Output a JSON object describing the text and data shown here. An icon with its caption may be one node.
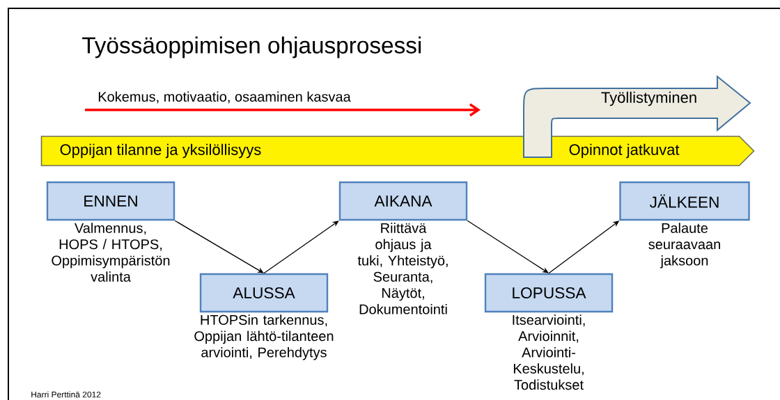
{
  "diagram": {
    "title": "Työssäoppimisen ohjausprosessi",
    "nodes": [
      {
        "text": [
          "Oppijan tilanne ja yksilöllisyys",
          "Opinnot jatkuvat"
        ]
      },
      {
        "text": [
          "Työllistyminen"
        ]
      },
      {
        "text": [
          "ENNEN"
        ],
        "beside": [
          "Valmennus, HOPS / HTOPS, Oppimisympäristön valinta"
        ]
      },
      {
        "text": [
          "ALUSSA"
        ],
        "beside": [
          "HTOPSin tarkennus, Oppijan lähtö-tilanteen arviointi, Perehdytys"
        ]
      },
      {
        "text": [
          "AIKANA"
        ],
        "beside": [
          "Riittävä ohjaus ja tuki, Yhteistyö, Seuranta, Näytöt, Dokumentointi"
        ]
      },
      {
        "text": [
          "LOPUSSA"
        ],
        "beside": [
          "Itsearviointi, Arvioinnit, Arviointi-Keskustelu, Todistukset"
        ]
      },
      {
        "text": [
          "JÄLKEEN"
        ],
        "beside": [
          "Palaute seuraavaan jaksoon"
        ]
      }
    ],
    "edges": [
      {
        "from": 2,
        "to": 3,
        "arrow": "to"
      },
      {
        "from": 3,
        "to": 4,
        "arrow": "to"
      },
      {
        "from": 4,
        "to": 5,
        "arrow": "to"
      },
      {
        "from": 5,
        "to": 6,
        "arrow": "to"
      }
    ],
    "labels": [
      "Kokemus, motivaatio, osaaminen kasvaa",
      "Harri Perttinä 2012"
    ]
  }
}
